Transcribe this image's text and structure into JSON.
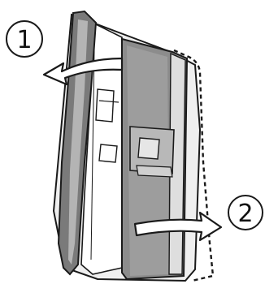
{
  "steps": [
    {
      "number": "1",
      "action": "open-left-cover"
    },
    {
      "number": "2",
      "action": "open-right-cover"
    }
  ],
  "colors": {
    "outline": "#1a1a1a",
    "panel_gray": "#8f8f8f",
    "panel_dark": "#6a6a6a",
    "frame_light": "#e8e8e8",
    "paper_white": "#ffffff"
  },
  "icons": [
    "step-number-1-icon",
    "step-number-2-icon",
    "arrow-left-icon",
    "arrow-right-icon"
  ]
}
